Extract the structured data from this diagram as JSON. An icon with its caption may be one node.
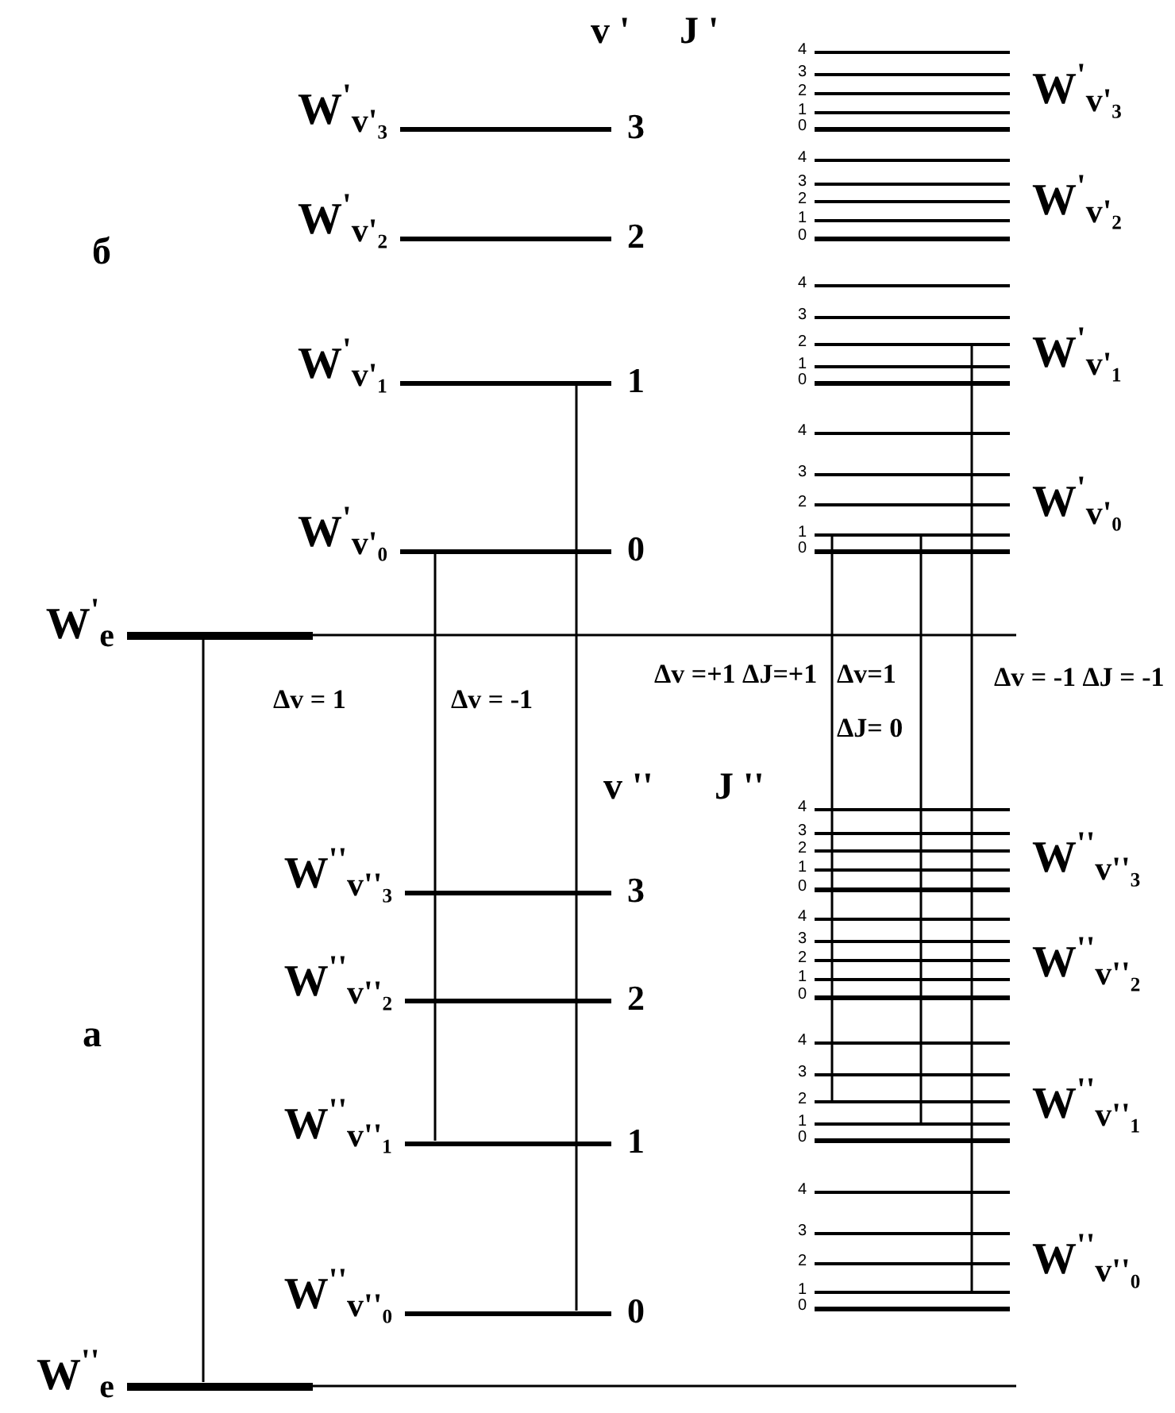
{
  "diagram": {
    "nodes": [
      {
        "text": [
          "W$^{'}$$_{e}$"
        ]
      },
      {
        "text": [
          "W$^{'}$$_{v'₃}$",
          "3"
        ]
      },
      {
        "text": [
          "W$^{'}$$_{v'₂}$",
          "2"
        ]
      },
      {
        "text": [
          "W$^{'}$$_{v'₁}$",
          "1"
        ]
      },
      {
        "text": [
          "W$^{'}$$_{v'₀}$",
          "0"
        ]
      },
      {
        "text": [
          "W$^{''}$$_{v''₃}$",
          "3"
        ]
      },
      {
        "text": [
          "W$^{''}$$_{v''₂}$",
          "2"
        ]
      },
      {
        "text": [
          "W$^{''}$$_{v''₁}$",
          "1"
        ]
      },
      {
        "text": [
          "W$^{''}$$_{v''₀}$",
          "0"
        ]
      },
      {
        "text": [
          "W$^{''}$$_{e}$"
        ]
      },
      {
        "text": [
          "4"
        ]
      },
      {
        "text": [
          "3"
        ]
      },
      {
        "text": [
          "2"
        ]
      },
      {
        "text": [
          "1"
        ]
      },
      {
        "text": [
          "0"
        ],
        "beside": [
          "W$^{'}$$_{v'₃}$"
        ]
      },
      {
        "text": [
          "4"
        ]
      },
      {
        "text": [
          "3"
        ]
      },
      {
        "text": [
          "2"
        ]
      },
      {
        "text": [
          "1"
        ]
      },
      {
        "text": [
          "0"
        ],
        "beside": [
          "W$^{'}$$_{v'₂}$"
        ]
      },
      {
        "text": [
          "4"
        ]
      },
      {
        "text": [
          "3"
        ]
      },
      {
        "text": [
          "2"
        ]
      },
      {
        "text": [
          "1"
        ]
      },
      {
        "text": [
          "0"
        ],
        "beside": [
          "W$^{'}$$_{v'₁}$"
        ]
      },
      {
        "text": [
          "4"
        ]
      },
      {
        "text": [
          "3"
        ]
      },
      {
        "text": [
          "2"
        ]
      },
      {
        "text": [
          "1"
        ]
      },
      {
        "text": [
          "0"
        ],
        "beside": [
          "W$^{'}$$_{v'₀}$"
        ]
      },
      {
        "text": [
          "4"
        ]
      },
      {
        "text": [
          "3"
        ]
      },
      {
        "text": [
          "2"
        ]
      },
      {
        "text": [
          "1"
        ]
      },
      {
        "text": [
          "0"
        ],
        "beside": [
          "W$^{''}$$_{v''₃}$"
        ]
      },
      {
        "text": [
          "4"
        ]
      },
      {
        "text": [
          "3"
        ]
      },
      {
        "text": [
          "2"
        ]
      },
      {
        "text": [
          "1"
        ]
      },
      {
        "text": [
          "0"
        ],
        "beside": [
          "W$^{''}$$_{v''₂}$"
        ]
      },
      {
        "text": [
          "4"
        ]
      },
      {
        "text": [
          "3"
        ]
      },
      {
        "text": [
          "2"
        ]
      },
      {
        "text": [
          "1"
        ]
      },
      {
        "text": [
          "0"
        ],
        "beside": [
          "W$^{''}$$_{v''₁}$"
        ]
      },
      {
        "text": [
          "4"
        ]
      },
      {
        "text": [
          "3"
        ]
      },
      {
        "text": [
          "2"
        ]
      },
      {
        "text": [
          "1"
        ]
      },
      {
        "text": [
          "0"
        ],
        "beside": [
          "W$^{''}$$_{v''₀}$"
        ]
      }
    ],
    "edges": [
      {
        "from": 9,
        "to": 0,
        "arrow": "none"
      },
      {
        "from": 7,
        "to": 4,
        "arrow": "none",
        "label": "Δv = 1"
      },
      {
        "from": 8,
        "to": 3,
        "arrow": "none",
        "label": "Δv = -1"
      },
      {
        "from": 42,
        "to": 28,
        "arrow": "none",
        "label": "Δv =+1 ΔJ=+1"
      },
      {
        "from": 43,
        "to": 28,
        "arrow": "none",
        "label": "Δv=1 ΔJ= 0"
      },
      {
        "from": 48,
        "to": 22,
        "arrow": "none",
        "label": "Δv = -1 ΔJ = -1"
      }
    ],
    "labels": [
      "v '",
      "J '",
      "б",
      "v ''",
      "J ''",
      "а"
    ]
  }
}
